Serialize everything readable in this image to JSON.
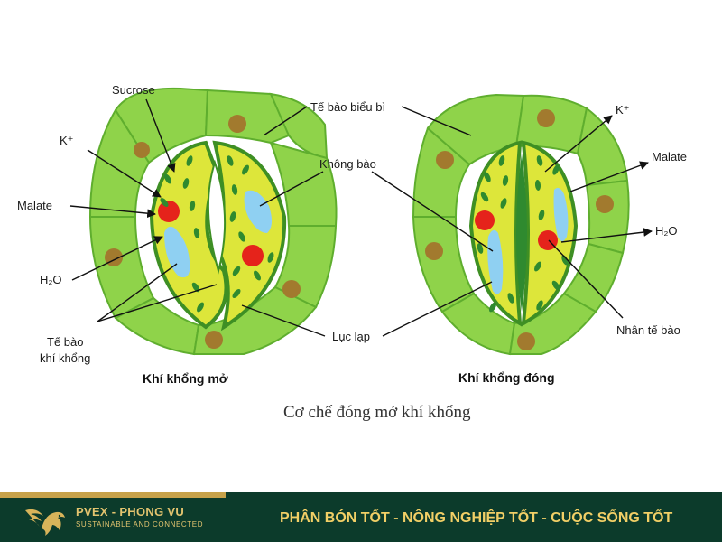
{
  "labels": {
    "sucrose": "Sucrose",
    "k_left": "K⁺",
    "malate_left": "Malate",
    "h2o_left": "H₂O",
    "guard_cell_line1": "Tế bào",
    "guard_cell_line2": "khí khổng",
    "epidermis": "Tế bào biểu bì",
    "vacuole": "Không bào",
    "chloroplast": "Lục lạp",
    "k_right": "K⁺",
    "malate_right": "Malate",
    "h2o_right": "H₂O",
    "nucleus": "Nhân tế bào"
  },
  "captions": {
    "open": "Khí khổng mở",
    "closed": "Khí khổng đóng",
    "mechanism": "Cơ chế đóng mở khí khổng"
  },
  "footer": {
    "brand": "PVEX - PHONG VU",
    "tagline": "SUSTAINABLE AND CONNECTED",
    "slogan": "PHÂN BÓN TỐT - NÔNG NGHIỆP TỐT - CUỘC SỐNG TỐT"
  },
  "colors": {
    "epidermis_fill": "#8fd34a",
    "epidermis_stroke": "#5fae2e",
    "guard_fill": "#dde63a",
    "guard_stroke": "#3e8f24",
    "vacuole": "#8fd0f2",
    "nucleus": "#e5231b",
    "chloroplast": "#2f8a2f",
    "dot": "#a27a2e",
    "footer_bg": "#0c3b2b",
    "footer_gold": "#e3c46f"
  },
  "icons": {
    "logo": "pegasus-logo-icon"
  }
}
